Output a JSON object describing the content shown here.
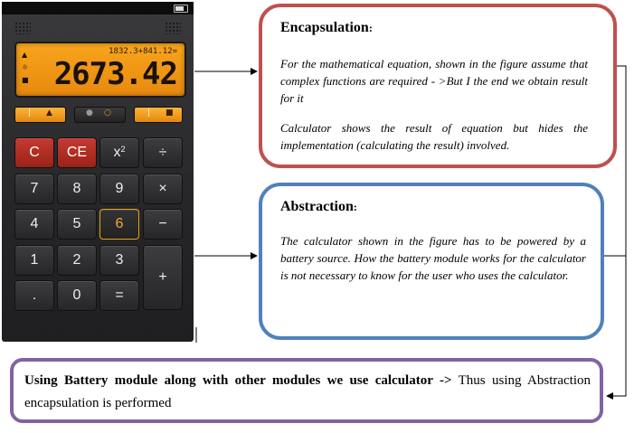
{
  "calculator": {
    "memory_line": "1832.3+841.12=",
    "display_value": "2673.42",
    "keys": {
      "clear": "C",
      "clear_entry": "CE",
      "square": "x",
      "square_exp": "2",
      "divide": "÷",
      "seven": "7",
      "eight": "8",
      "nine": "9",
      "multiply": "×",
      "four": "4",
      "five": "5",
      "six": "6",
      "minus": "−",
      "one": "1",
      "two": "2",
      "three": "3",
      "plus": "+",
      "dot": ".",
      "zero": "0",
      "equals": "="
    }
  },
  "encapsulation": {
    "title": "Encapsulation",
    "colon": ":",
    "para1": "For the mathematical equation, shown in the figure assume that complex functions are required - >But I the end we obtain result for it",
    "para2": "Calculator shows the result of equation but hides the implementation (calculating the result) involved.",
    "border_color": "#c0504d"
  },
  "abstraction": {
    "title": "Abstraction",
    "colon": ":",
    "para1": "The calculator shown in the figure has to be powered by a battery source. How the battery module works for the calculator is not necessary to know for the user who uses the calculator.",
    "border_color": "#4f81bd"
  },
  "conclusion": {
    "bold_text": "Using Battery module along with other modules we use calculator ->",
    "rest_text": " Thus using Abstraction encapsulation is performed",
    "border_color": "#8064a2"
  }
}
